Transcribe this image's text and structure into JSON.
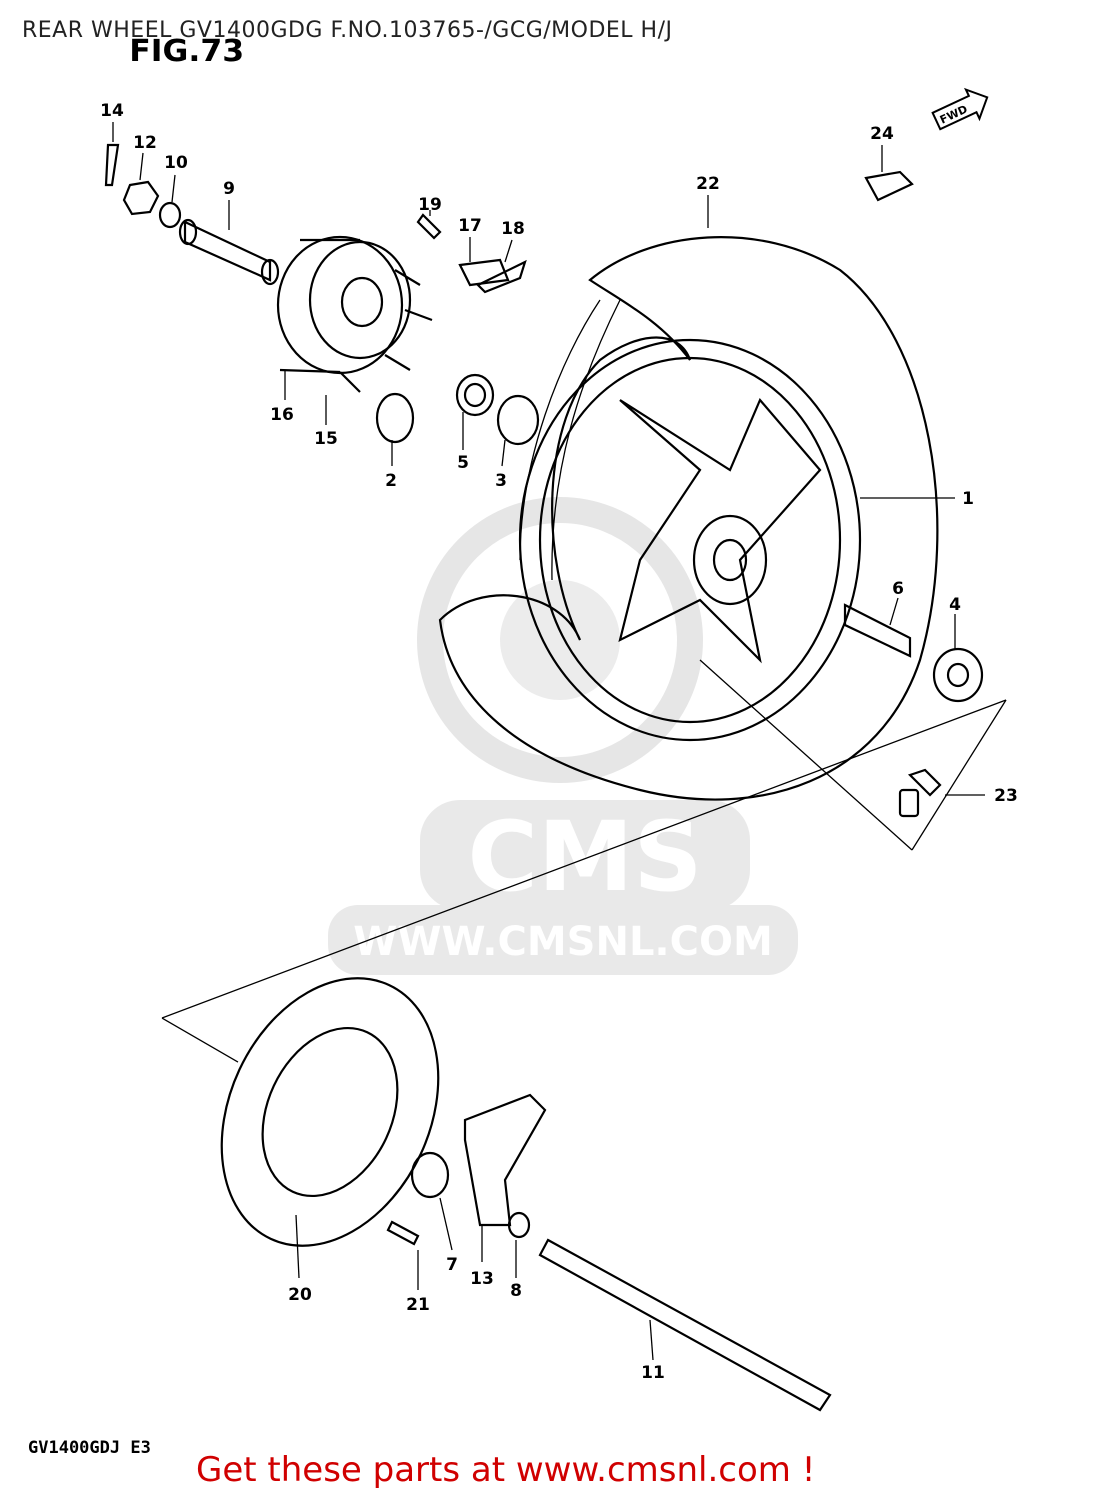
{
  "header": {
    "title": "REAR WHEEL GV1400GDG F.NO.103765-/GCG/MODEL H/J",
    "figure_label": "FIG.73"
  },
  "diagram": {
    "direction_tag": "FWD",
    "model_code": "GV1400GDJ  E3",
    "watermark": {
      "logo_text": "CMS",
      "url_text": "WWW.CMSNL.COM"
    },
    "callouts": [
      "1",
      "2",
      "3",
      "4",
      "5",
      "6",
      "7",
      "8",
      "9",
      "10",
      "11",
      "12",
      "13",
      "14",
      "15",
      "16",
      "17",
      "18",
      "19",
      "20",
      "21",
      "22",
      "23",
      "24"
    ]
  },
  "footer": {
    "link_text": "Get these parts at www.cmsnl.com !",
    "link_color": "#d00000"
  }
}
